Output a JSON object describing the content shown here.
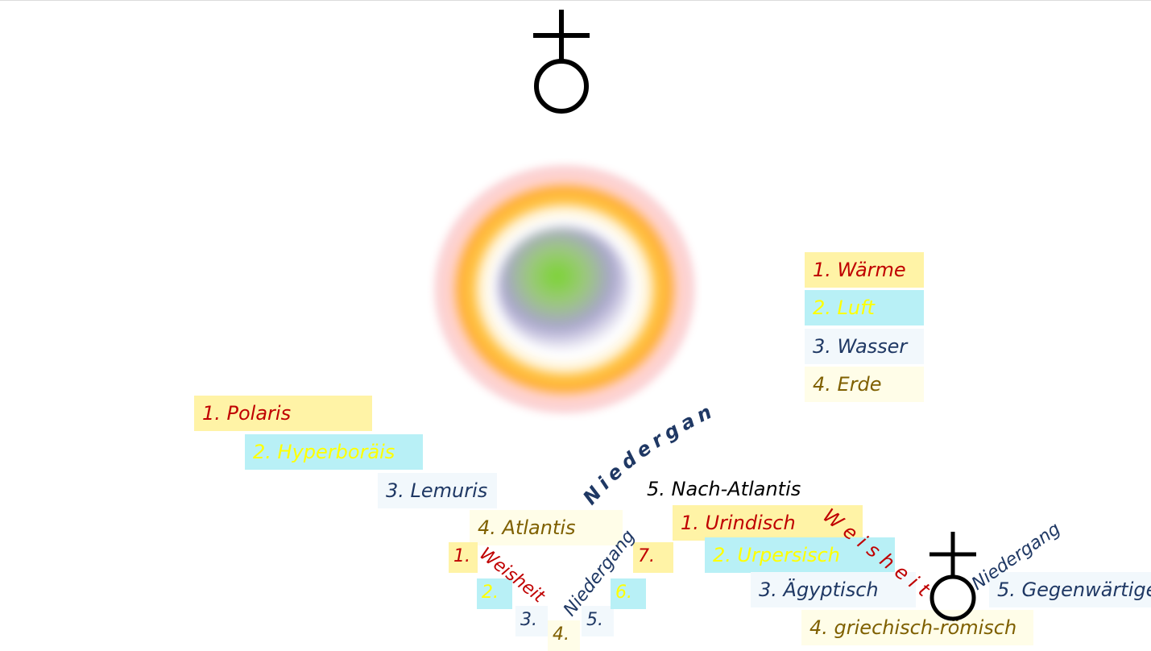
{
  "colors": {
    "red": "#c00000",
    "yellow_text": "#ffff00",
    "navy": "#1f3864",
    "olive": "#7f6000",
    "yellow_bg": "#fff3a6",
    "cyan_bg": "#b8f0f6"
  },
  "icons": {
    "top_symbol": "earth-cross-symbol",
    "bottom_symbol": "earth-cross-symbol",
    "orb": "glowing-orb"
  },
  "elements": [
    {
      "label": "1. Wärme"
    },
    {
      "label": "2. Luft"
    },
    {
      "label": "3. Wasser"
    },
    {
      "label": "4. Erde"
    }
  ],
  "epochs": [
    {
      "label": "1. Polaris"
    },
    {
      "label": "2. Hyperboräis"
    },
    {
      "label": "3. Lemuris"
    },
    {
      "label": "4. Atlantis"
    },
    {
      "label": "5. Nach-Atlantis"
    }
  ],
  "cultures": [
    {
      "label": "1. Urindisch"
    },
    {
      "label": "2. Urpersisch"
    },
    {
      "label": "3. Ägyptisch"
    },
    {
      "label": "4. griechisch-römisch"
    },
    {
      "label": "5. Gegenwärtige"
    }
  ],
  "small_steps": [
    "1.",
    "2.",
    "3.",
    "4.",
    "5.",
    "6.",
    "7."
  ],
  "words": {
    "weisheit_small": "Weisheit",
    "niedergang_small": "Niedergang",
    "niedergang_large": "Niedergang",
    "weisheit_large": "Weisheit",
    "niedergang_right": "Niedergang"
  }
}
